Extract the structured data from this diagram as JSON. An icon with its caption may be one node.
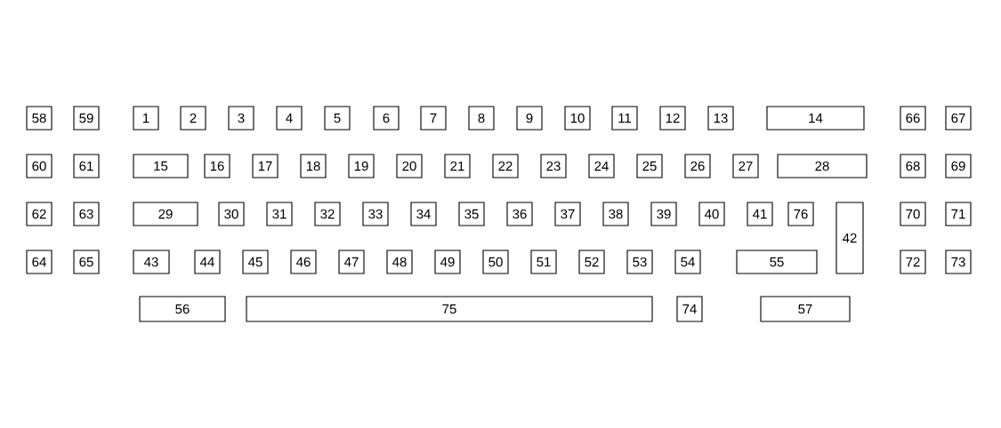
{
  "diagram": {
    "nodes": [
      {
        "text": [
          "58"
        ]
      },
      {
        "text": [
          "59"
        ]
      },
      {
        "text": [
          "1"
        ]
      },
      {
        "text": [
          "2"
        ]
      },
      {
        "text": [
          "3"
        ]
      },
      {
        "text": [
          "4"
        ]
      },
      {
        "text": [
          "5"
        ]
      },
      {
        "text": [
          "6"
        ]
      },
      {
        "text": [
          "7"
        ]
      },
      {
        "text": [
          "8"
        ]
      },
      {
        "text": [
          "9"
        ]
      },
      {
        "text": [
          "10"
        ]
      },
      {
        "text": [
          "11"
        ]
      },
      {
        "text": [
          "12"
        ]
      },
      {
        "text": [
          "13"
        ]
      },
      {
        "text": [
          "14"
        ]
      },
      {
        "text": [
          "66"
        ]
      },
      {
        "text": [
          "67"
        ]
      },
      {
        "text": [
          "60"
        ]
      },
      {
        "text": [
          "61"
        ]
      },
      {
        "text": [
          "15"
        ]
      },
      {
        "text": [
          "16"
        ]
      },
      {
        "text": [
          "17"
        ]
      },
      {
        "text": [
          "18"
        ]
      },
      {
        "text": [
          "19"
        ]
      },
      {
        "text": [
          "20"
        ]
      },
      {
        "text": [
          "21"
        ]
      },
      {
        "text": [
          "22"
        ]
      },
      {
        "text": [
          "23"
        ]
      },
      {
        "text": [
          "24"
        ]
      },
      {
        "text": [
          "25"
        ]
      },
      {
        "text": [
          "26"
        ]
      },
      {
        "text": [
          "27"
        ]
      },
      {
        "text": [
          "28"
        ]
      },
      {
        "text": [
          "68"
        ]
      },
      {
        "text": [
          "69"
        ]
      },
      {
        "text": [
          "62"
        ]
      },
      {
        "text": [
          "63"
        ]
      },
      {
        "text": [
          "29"
        ]
      },
      {
        "text": [
          "30"
        ]
      },
      {
        "text": [
          "31"
        ]
      },
      {
        "text": [
          "32"
        ]
      },
      {
        "text": [
          "33"
        ]
      },
      {
        "text": [
          "34"
        ]
      },
      {
        "text": [
          "35"
        ]
      },
      {
        "text": [
          "36"
        ]
      },
      {
        "text": [
          "37"
        ]
      },
      {
        "text": [
          "38"
        ]
      },
      {
        "text": [
          "39"
        ]
      },
      {
        "text": [
          "40"
        ]
      },
      {
        "text": [
          "41"
        ]
      },
      {
        "text": [
          "76"
        ]
      },
      {
        "text": [
          "42"
        ]
      },
      {
        "text": [
          "70"
        ]
      },
      {
        "text": [
          "71"
        ]
      },
      {
        "text": [
          "64"
        ]
      },
      {
        "text": [
          "65"
        ]
      },
      {
        "text": [
          "43"
        ]
      },
      {
        "text": [
          "44"
        ]
      },
      {
        "text": [
          "45"
        ]
      },
      {
        "text": [
          "46"
        ]
      },
      {
        "text": [
          "47"
        ]
      },
      {
        "text": [
          "48"
        ]
      },
      {
        "text": [
          "49"
        ]
      },
      {
        "text": [
          "50"
        ]
      },
      {
        "text": [
          "51"
        ]
      },
      {
        "text": [
          "52"
        ]
      },
      {
        "text": [
          "53"
        ]
      },
      {
        "text": [
          "54"
        ]
      },
      {
        "text": [
          "55"
        ]
      },
      {
        "text": [
          "72"
        ]
      },
      {
        "text": [
          "73"
        ]
      },
      {
        "text": [
          "56"
        ]
      },
      {
        "text": [
          "75"
        ]
      },
      {
        "text": [
          "74"
        ]
      },
      {
        "text": [
          "57"
        ]
      }
    ]
  }
}
